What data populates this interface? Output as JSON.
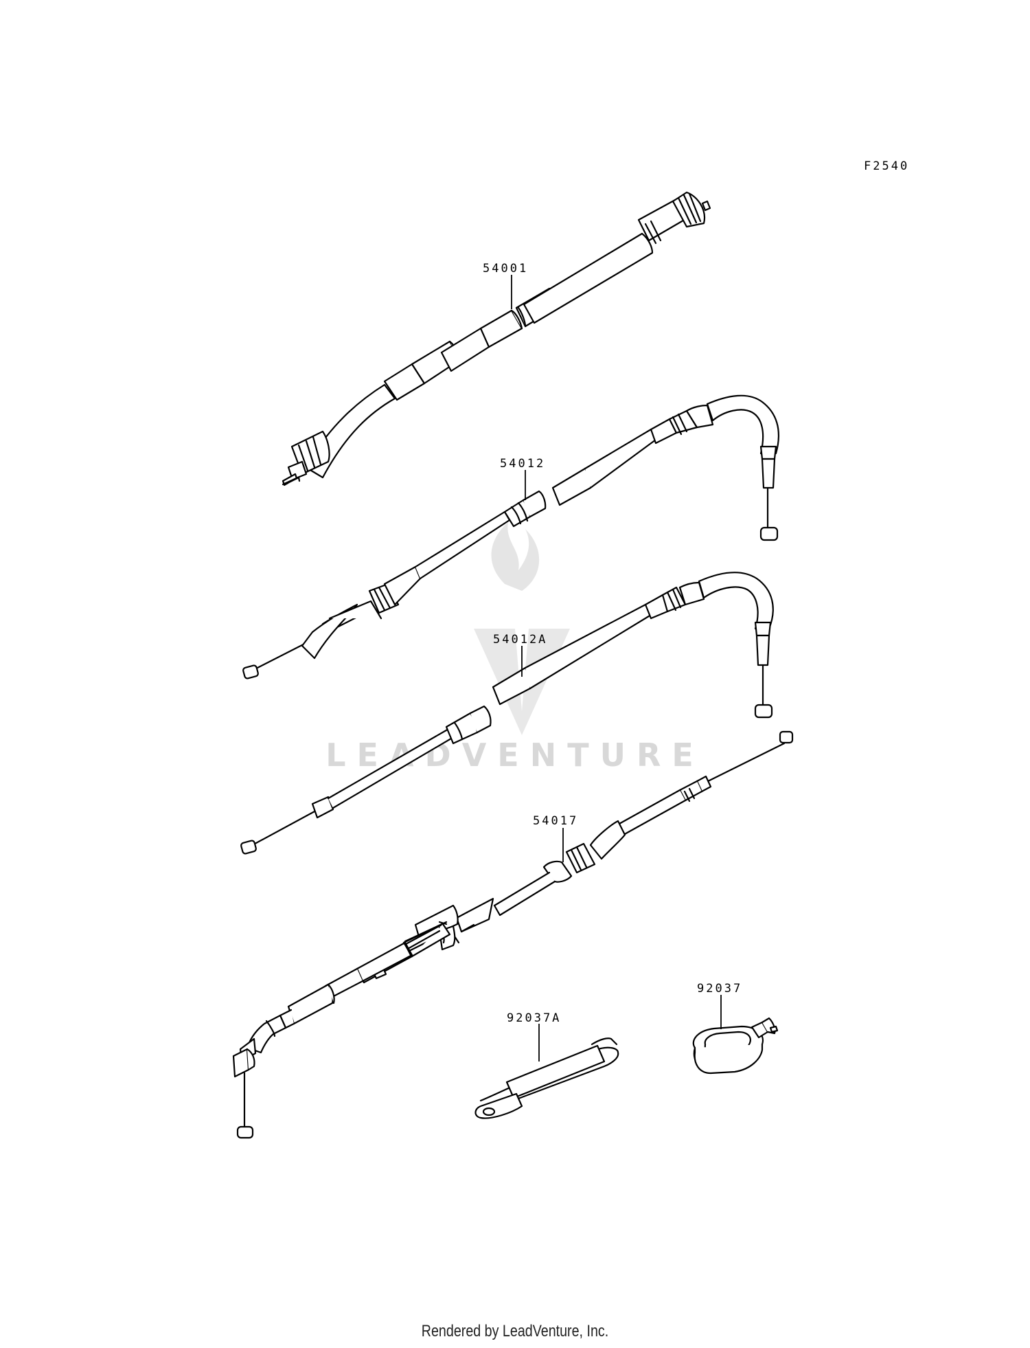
{
  "figure_code": "F2540",
  "watermark": {
    "text": "LEADVENTURE"
  },
  "footer": {
    "text": "Rendered by LeadVenture, Inc."
  },
  "parts": [
    {
      "id": "speedometer-cable",
      "number": "54001"
    },
    {
      "id": "throttle-cable-1",
      "number": "54012"
    },
    {
      "id": "throttle-cable-2",
      "number": "54012A"
    },
    {
      "id": "clutch-cable",
      "number": "54017"
    },
    {
      "id": "guide-strap",
      "number": "92037A"
    },
    {
      "id": "cable-clamp",
      "number": "92037"
    }
  ]
}
